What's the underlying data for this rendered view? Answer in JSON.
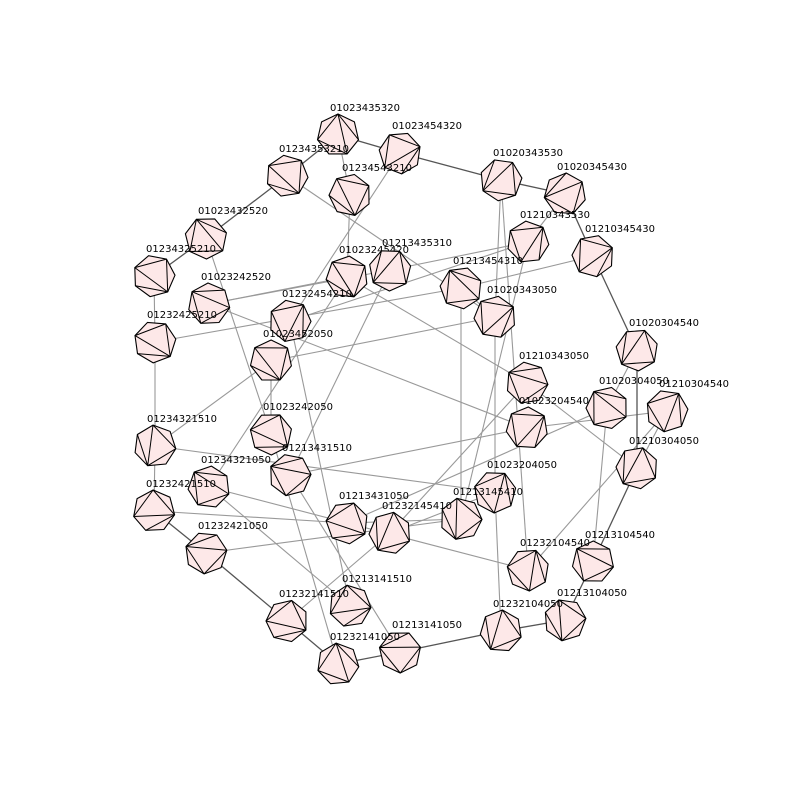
{
  "diagram": {
    "nodes": [
      {
        "id": "n1",
        "label": "01023435320"
      },
      {
        "id": "n2",
        "label": "01023454320"
      },
      {
        "id": "n3",
        "label": "01234353210"
      },
      {
        "id": "n4",
        "label": "01234543210"
      },
      {
        "id": "n5",
        "label": "01020343530"
      },
      {
        "id": "n6",
        "label": "01020345430"
      },
      {
        "id": "n7",
        "label": "01023432520"
      },
      {
        "id": "n8",
        "label": "01210343530"
      },
      {
        "id": "n9",
        "label": "01210345430"
      },
      {
        "id": "n10",
        "label": "01234325210"
      },
      {
        "id": "n11",
        "label": "01023245420"
      },
      {
        "id": "n12",
        "label": "01213435310"
      },
      {
        "id": "n13",
        "label": "01023242520"
      },
      {
        "id": "n14",
        "label": "01213454310"
      },
      {
        "id": "n15",
        "label": "01232454210"
      },
      {
        "id": "n16",
        "label": "01020343050"
      },
      {
        "id": "n17",
        "label": "01232425210"
      },
      {
        "id": "n18",
        "label": "01023452050"
      },
      {
        "id": "n19",
        "label": "01020304540"
      },
      {
        "id": "n20",
        "label": "01210343050"
      },
      {
        "id": "n21",
        "label": "01020304050"
      },
      {
        "id": "n22",
        "label": "01210304540"
      },
      {
        "id": "n23",
        "label": "01023204540"
      },
      {
        "id": "n24",
        "label": "01023242050"
      },
      {
        "id": "n25",
        "label": "01234321510"
      },
      {
        "id": "n26",
        "label": "01210304050"
      },
      {
        "id": "n27",
        "label": "01213431510"
      },
      {
        "id": "n28",
        "label": "01234321050"
      },
      {
        "id": "n29",
        "label": "01023204050"
      },
      {
        "id": "n30",
        "label": "01232421510"
      },
      {
        "id": "n31",
        "label": "01213431050"
      },
      {
        "id": "n32",
        "label": "01213145410"
      },
      {
        "id": "n33",
        "label": "01232145410"
      },
      {
        "id": "n34",
        "label": "01232421050"
      },
      {
        "id": "n35",
        "label": "01213104540"
      },
      {
        "id": "n36",
        "label": "01232104540"
      },
      {
        "id": "n37",
        "label": "01213141510"
      },
      {
        "id": "n38",
        "label": "01232141510"
      },
      {
        "id": "n39",
        "label": "01213104050"
      },
      {
        "id": "n40",
        "label": "01232104050"
      },
      {
        "id": "n41",
        "label": "01213141050"
      },
      {
        "id": "n42",
        "label": "01232141050"
      }
    ],
    "edges_dark": [
      [
        "n3",
        "n1"
      ],
      [
        "n1",
        "n2"
      ],
      [
        "n2",
        "n5"
      ],
      [
        "n5",
        "n6"
      ],
      [
        "n6",
        "n9"
      ],
      [
        "n9",
        "n19"
      ],
      [
        "n19",
        "n26"
      ],
      [
        "n26",
        "n35"
      ],
      [
        "n35",
        "n39"
      ],
      [
        "n39",
        "n40"
      ],
      [
        "n40",
        "n41"
      ],
      [
        "n41",
        "n42"
      ],
      [
        "n42",
        "n38"
      ],
      [
        "n38",
        "n34"
      ],
      [
        "n34",
        "n30"
      ],
      [
        "n7",
        "n3"
      ],
      [
        "n7",
        "n10"
      ]
    ],
    "edges_light": [
      [
        "n10",
        "n17"
      ],
      [
        "n17",
        "n25"
      ],
      [
        "n25",
        "n30"
      ],
      [
        "n1",
        "n4"
      ],
      [
        "n3",
        "n16"
      ],
      [
        "n2",
        "n15"
      ],
      [
        "n4",
        "n11"
      ],
      [
        "n5",
        "n16"
      ],
      [
        "n5",
        "n36"
      ],
      [
        "n6",
        "n8"
      ],
      [
        "n8",
        "n32"
      ],
      [
        "n8",
        "n12"
      ],
      [
        "n8",
        "n15"
      ],
      [
        "n9",
        "n14"
      ],
      [
        "n7",
        "n24"
      ],
      [
        "n13",
        "n23"
      ],
      [
        "n13",
        "n11"
      ],
      [
        "n13",
        "n12"
      ],
      [
        "n11",
        "n28"
      ],
      [
        "n12",
        "n27"
      ],
      [
        "n11",
        "n20"
      ],
      [
        "n15",
        "n37"
      ],
      [
        "n14",
        "n32"
      ],
      [
        "n14",
        "n16"
      ],
      [
        "n16",
        "n29"
      ],
      [
        "n16",
        "n18"
      ],
      [
        "n17",
        "n14"
      ],
      [
        "n18",
        "n24"
      ],
      [
        "n18",
        "n25"
      ],
      [
        "n19",
        "n21"
      ],
      [
        "n20",
        "n33"
      ],
      [
        "n20",
        "n26"
      ],
      [
        "n21",
        "n31"
      ],
      [
        "n21",
        "n35"
      ],
      [
        "n22",
        "n23"
      ],
      [
        "n23",
        "n27"
      ],
      [
        "n24",
        "n42"
      ],
      [
        "n25",
        "n29"
      ],
      [
        "n27",
        "n41"
      ],
      [
        "n28",
        "n36"
      ],
      [
        "n28",
        "n37"
      ],
      [
        "n29",
        "n40"
      ],
      [
        "n29",
        "n33"
      ],
      [
        "n30",
        "n31"
      ],
      [
        "n31",
        "n32"
      ],
      [
        "n32",
        "n34"
      ],
      [
        "n33",
        "n38"
      ],
      [
        "n22",
        "n36"
      ],
      [
        "n26",
        "n22"
      ]
    ]
  }
}
